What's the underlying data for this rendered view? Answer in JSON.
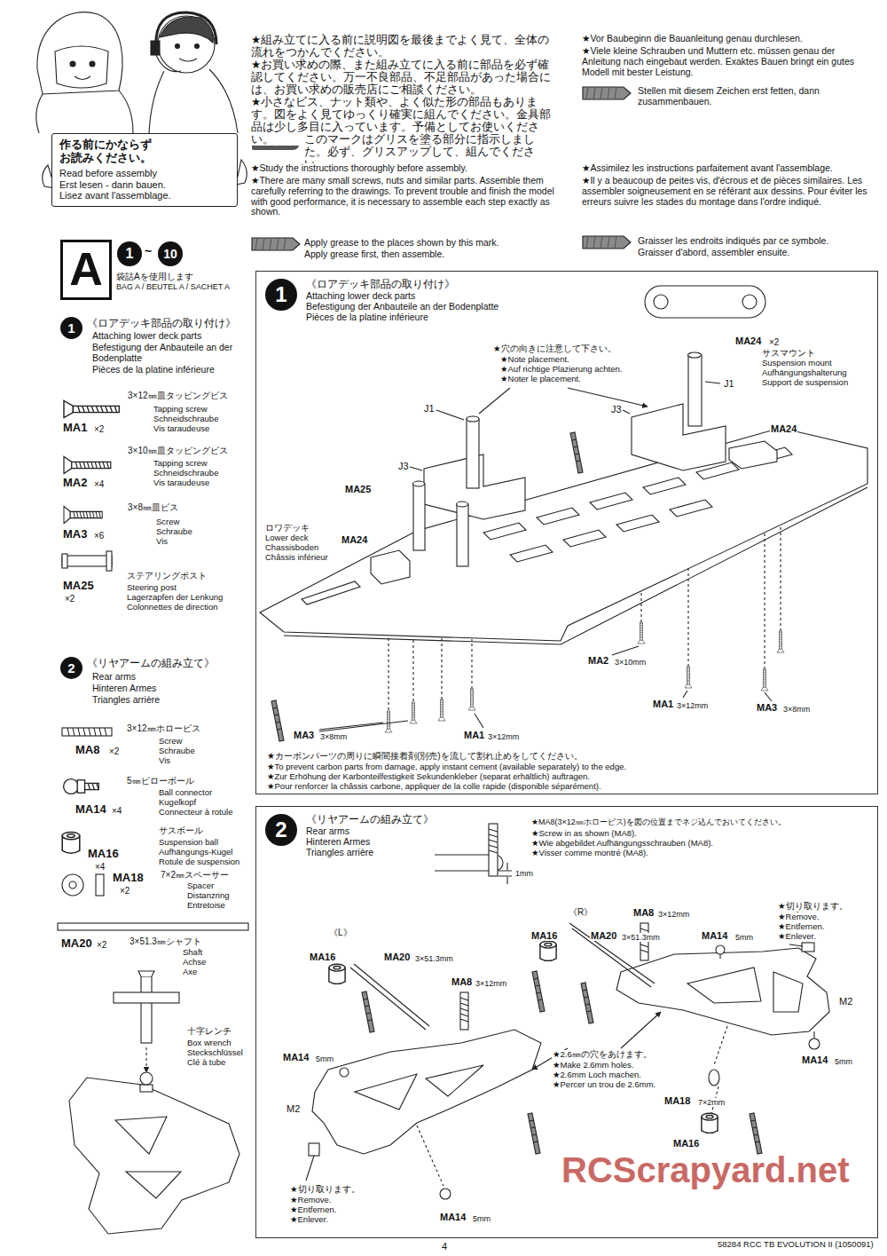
{
  "diagram": {
    "nodes": [
      {
        "text": [
          "作る前にかならず お読みください。",
          "Read before assembly",
          "Erst lesen - dann bauen.",
          "Lisez avant l'assemblage."
        ]
      },
      {
        "text": [
          "A"
        ]
      },
      {
        "text": [
          "1"
        ]
      },
      {
        "text": [
          "10"
        ]
      },
      {
        "text": [
          "1"
        ]
      },
      {
        "text": [
          "2"
        ]
      },
      {
        "text": [
          "《ロアデッキ部品の取り付け》",
          "Attaching lower deck parts",
          "Befestigung der Anbauteile an der Bodenplatte",
          "Pièces de la platine inférieure"
        ]
      },
      {
        "text": [
          "1"
        ],
        "in": 6
      },
      {
        "text": [
          "《リヤアームの組み立て》",
          "Rear arms",
          "Hinteren Armes",
          "Triangles arrière"
        ]
      },
      {
        "text": [
          "2"
        ],
        "in": 8
      },
      {
        "text": [
          "グリス"
        ]
      }
    ],
    "labels": [
      "★組み立てに入る前に説明図を最後までよく見て、全体の流れをつかんでください。",
      "★お買い求めの際、また組み立てに入る前に部品を必ず確認してください。万一不良部品、不足部品があった場合には、お買い求めの販売店にご相談ください。",
      "★小さなビス、ナット類や、よく似た形の部品もあります。図をよく見てゆっくり確実に組んでください。金具部品は少し多目に入っています。予備としてお使いください。",
      "このマークはグリスを塗る部分に指示しました。必ず、グリスアップして、組んでください。",
      "★Study the instructions thoroughly before assembly.",
      "★There are many small screws, nuts and similar parts. Assemble them carefully referring to the drawings. To prevent trouble and finish the model with good performance, it is necessary to assemble each step exactly as shown.",
      "Apply grease to the places shown by this mark.",
      "Apply grease first, then assemble.",
      "★Vor Baubeginn die Bauanleitung genau durchlesen.",
      "★Viele kleine Schrauben und Muttern etc. müssen genau der Anleitung nach eingebaut werden. Exaktes Bauen bringt ein gutes Modell mit bester Leistung.",
      "Stellen mit diesem Zeichen erst fetten, dann zusammenbauen.",
      "★Assimilez les instructions parfaitement avant l'assemblage.",
      "★Il y a beaucoup de peites vis, d'écrous et de pièces similaires. Les assembler soigneusement en se référant aux dessins. Pour éviter les erreurs suivre les stades du montage dans l'ordre indiqué.",
      "Graisser les endroits indiqués par ce symbole.",
      "Graisser d'abord, assembler ensuite.",
      "~",
      "袋詰Aを使用します",
      "BAG A / BEUTEL A / SACHET A",
      "《ロアデッキ部品の取り付け》",
      "Attaching lower deck parts",
      "Befestigung der Anbauteile an der Bodenplatte",
      "Pièces de la platine inférieure",
      "3×12㎜皿タッピングビス",
      "Tapping screw",
      "Schneidschraube",
      "Vis taraudeuse",
      "MA1",
      "×2",
      "3×10㎜皿タッピングビス",
      "Tapping screw",
      "Schneidschraube",
      "Vis taraudeuse",
      "MA2",
      "×4",
      "3×8㎜皿ビス",
      "Screw",
      "Schraube",
      "Vis",
      "MA3",
      "×6",
      "MA25",
      "×2",
      "ステアリングポスト",
      "Steering post",
      "Lagerzapfen der Lenkung",
      "Colonnettes de direction",
      "《リヤアームの組み立て》",
      "Rear arms",
      "Hinteren Armes",
      "Triangles arrière",
      "3×12㎜ホロービス",
      "Screw",
      "Schraube",
      "Vis",
      "MA8",
      "×2",
      "5㎜ピローボール",
      "Ball connector",
      "Kugelkopf",
      "Connecteur à rotule",
      "MA14",
      "×4",
      "サスボール",
      "Suspension ball",
      "Aufhängungs-Kugel",
      "Rotule de suspension",
      "MA16",
      "×4",
      "MA18",
      "×2",
      "7×2㎜スペーサー",
      "Spacer",
      "Distanzring",
      "Entretoise",
      "MA20",
      "×2",
      "3×51.3㎜シャフト",
      "Shaft",
      "Achse",
      "Axe",
      "十字レンチ",
      "Box wrench",
      "Steckschlüssel",
      "Clé à tube",
      "★穴の向きに注意して下さい。",
      "★Note placement.",
      "★Auf richtige Plazierung achten.",
      "★Noter le placement.",
      "MA24",
      "×2",
      "サスマウント",
      "Suspension mount",
      "Aufhängungshalterung",
      "Support de suspension",
      "J1",
      "J1",
      "J3",
      "J3",
      "MA24",
      "MA25",
      "MA24",
      "ロワデッキ",
      "Lower deck",
      "Chassisboden",
      "Châssis inférieur",
      "MA2",
      "3×10mm",
      "MA3",
      "3×8mm",
      "MA1",
      "3×12mm",
      "MA3",
      "3×8mm",
      "MA1",
      "3×12mm",
      "★カーボンパーツの周りに瞬間接着剤(別売)を流して割れ止めをしてください。",
      "★To prevent carbon parts from damage, apply instant cement (available separately) to the edge.",
      "★Zur Erhöhung der Karbonteilfestigkeit Sekundenkleber (separat erhältlich) auftragen.",
      "★Pour renforcer la châssis carbone, appliquer de la colle rapide (disponible séparément).",
      "★MA8(3×12㎜ホロービス)を図の位置までネジ込んでおいてください。",
      "★Screw in as shown (MA8).",
      "★Wie abgebildet Aufhängungsschrauben (MA8).",
      "★Visser comme montré (MA8).",
      "1mm",
      "《R》",
      "《L》",
      "MA8",
      "3×12mm",
      "MA16",
      "MA20",
      "3×51.3mm",
      "MA14",
      "5mm",
      "★切り取ります。",
      "★Remove.",
      "★Entfernen.",
      "★Enlever.",
      "MA16",
      "MA20",
      "3×51.3mm",
      "MA8",
      "3×12mm",
      "MA14",
      "5mm",
      "M2",
      "★2.6㎜の穴をあけます。",
      "★Make 2.6mm holes.",
      "★2.6mm Loch machen.",
      "★Percer un trou de 2.6mm.",
      "MA14",
      "5mm",
      "M2",
      "MA18",
      "7×2mm",
      "MA16",
      "★切り取ります。",
      "★Remove.",
      "★Entfernen.",
      "★Enlever.",
      "MA14",
      "5mm",
      "RCScrapyard.net",
      "4",
      "58284 RCC TB EVOLUTION II (1050091)"
    ]
  }
}
